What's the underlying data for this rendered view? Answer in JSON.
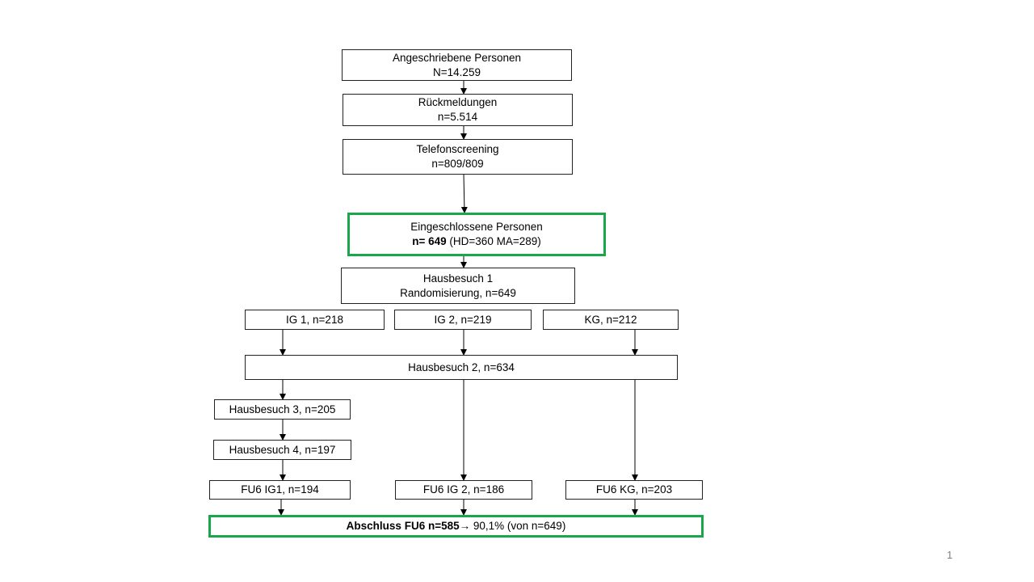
{
  "nodes": {
    "contacted": {
      "label": "Angeschriebene Personen",
      "count": "N=14.259"
    },
    "responses": {
      "label": "Rückmeldungen",
      "count": "n=5.514"
    },
    "screening": {
      "label": "Telefonscreening",
      "count": "n=809/809"
    },
    "included": {
      "label": "Eingeschlossene Personen",
      "count_bold": "n= 649",
      "count_detail": " (HD=360 MA=289)"
    },
    "visit1": {
      "label": "Hausbesuch 1",
      "count": "Randomisierung, n=649"
    },
    "ig1": {
      "label": "IG 1, n=218"
    },
    "ig2": {
      "label": "IG 2, n=219"
    },
    "kg": {
      "label": "KG, n=212"
    },
    "visit2": {
      "label": "Hausbesuch 2, n=634"
    },
    "visit3": {
      "label": "Hausbesuch 3, n=205"
    },
    "visit4": {
      "label": "Hausbesuch 4, n=197"
    },
    "fu6_ig1": {
      "label": "FU6 IG1, n=194"
    },
    "fu6_ig2": {
      "label": "FU6 IG 2, n=186"
    },
    "fu6_kg": {
      "label": "FU6 KG, n=203"
    },
    "final": {
      "label_bold": "Abschluss FU6  n=585",
      "arrow": "→",
      "rest": " 90,1% (von n=649)"
    }
  },
  "highlight_color": "#1aa64a",
  "page_number": "1"
}
